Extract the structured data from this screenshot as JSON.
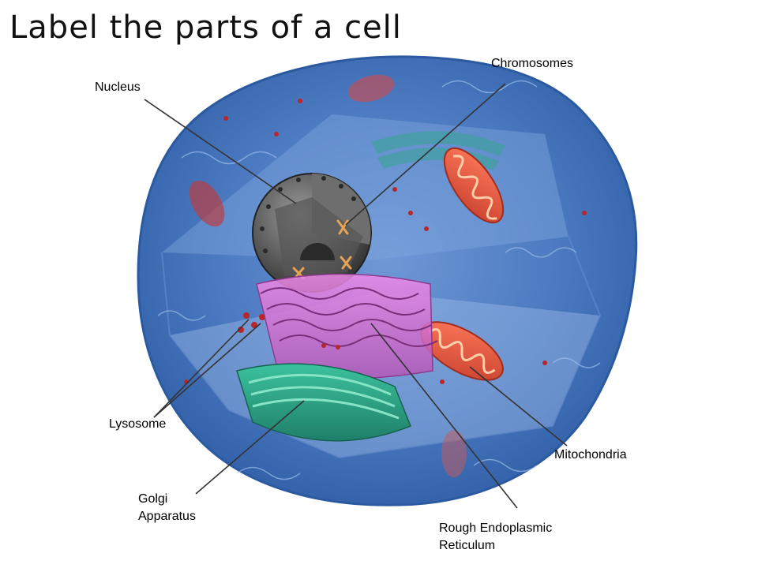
{
  "title": "Label the parts of a cell",
  "labels": {
    "nucleus": "Nucleus",
    "chromosomes": "Chromosomes",
    "lysosome": "Lysosome",
    "golgi_line1": "Golgi",
    "golgi_line2": "Apparatus",
    "mitochondria": "Mitochondria",
    "rer_line1": "Rough Endoplasmic",
    "rer_line2": "Reticulum"
  },
  "colors": {
    "cytoplasm": "#3f6fb8",
    "nucleus": "#4a4a4a",
    "rough_er": "#d76fd0",
    "golgi": "#2fa58a",
    "mitochondria": "#e2593f",
    "chromosome": "#e7a255",
    "lysosome": "#b8262b",
    "leader_line": "#333333"
  }
}
